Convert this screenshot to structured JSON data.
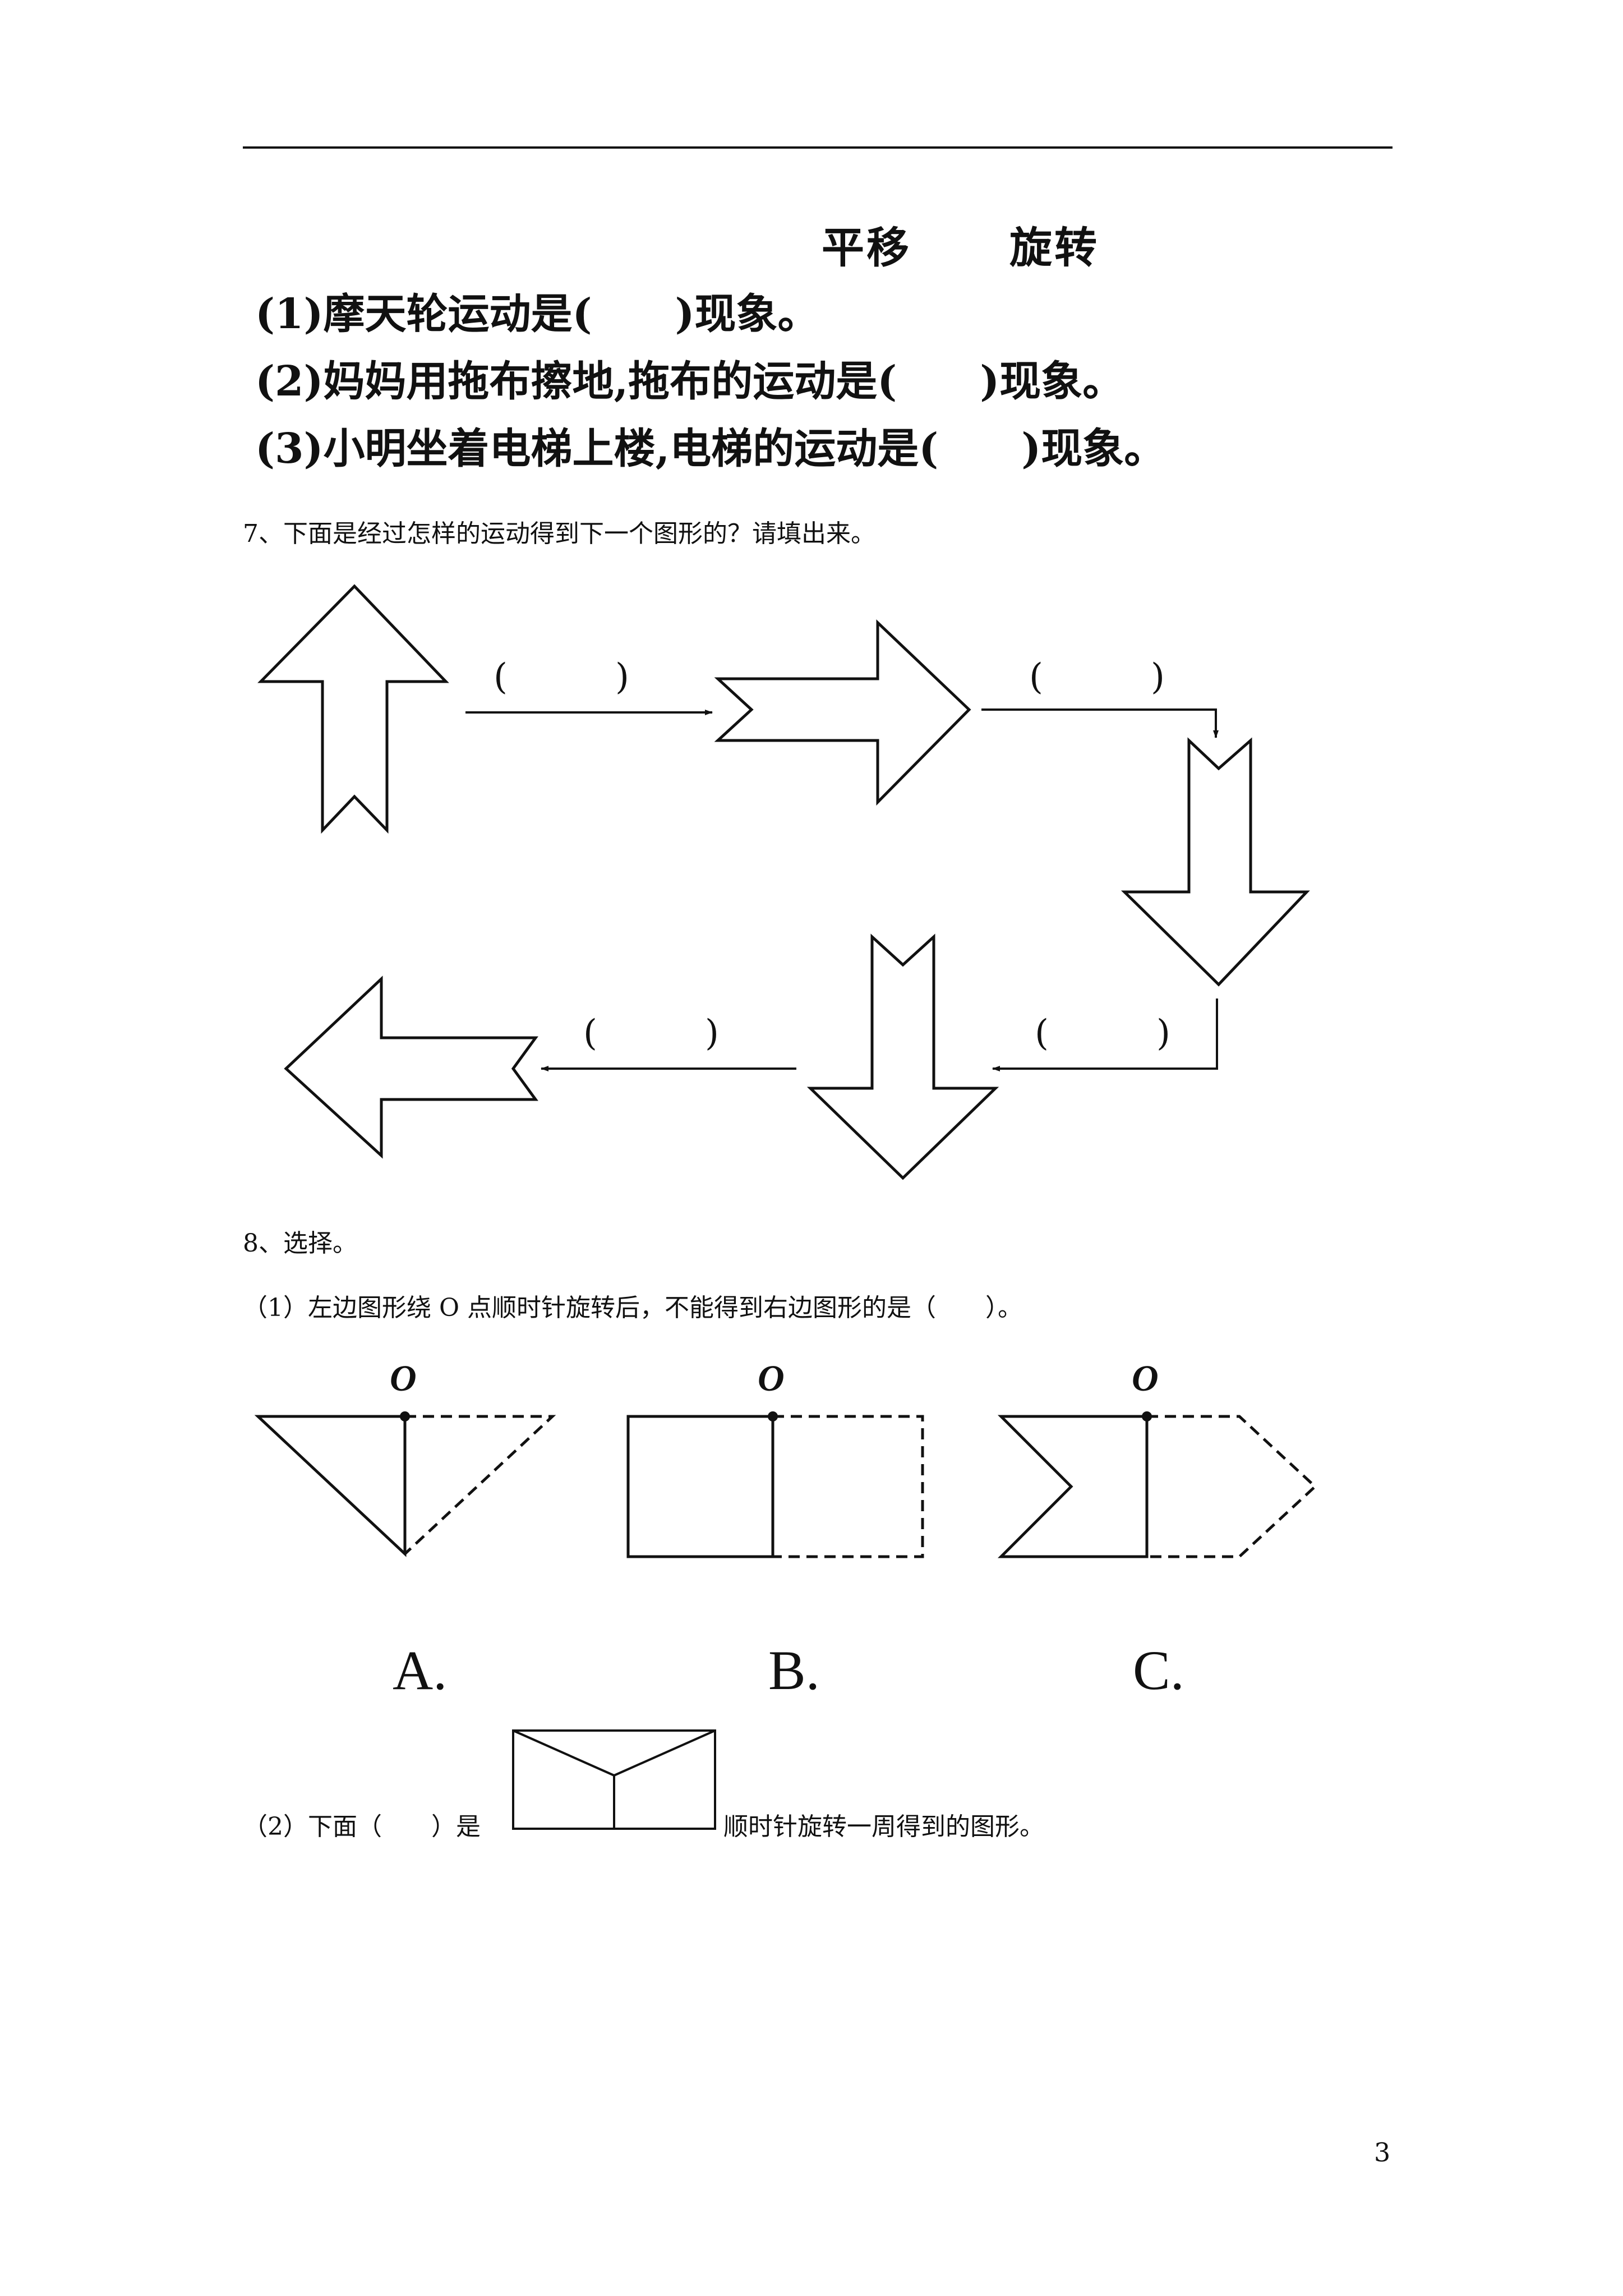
{
  "options": {
    "translation": "平移",
    "rotation": "旋转"
  },
  "q6": {
    "line1": "(1)摩天轮运动是(　　)现象。",
    "line2": "(2)妈妈用拖布擦地,拖布的运动是(　　)现象。",
    "line3": "(3)小明坐着电梯上楼,电梯的运动是(　　)现象。"
  },
  "q7": {
    "prompt": "7、下面是经过怎样的运动得到下一个图形的？请填出来。",
    "blank": "(　　　)"
  },
  "q8": {
    "title": "8、选择。",
    "part1": "（1）左边图形绕 O 点顺时针旋转后，不能得到右边图形的是（　　）。",
    "point_label": "O",
    "choices": [
      "A.",
      "B.",
      "C."
    ],
    "part2_before": "（2）下面（　　）是",
    "part2_after": "顺时针旋转一周得到的图形。"
  },
  "page_number": "3"
}
